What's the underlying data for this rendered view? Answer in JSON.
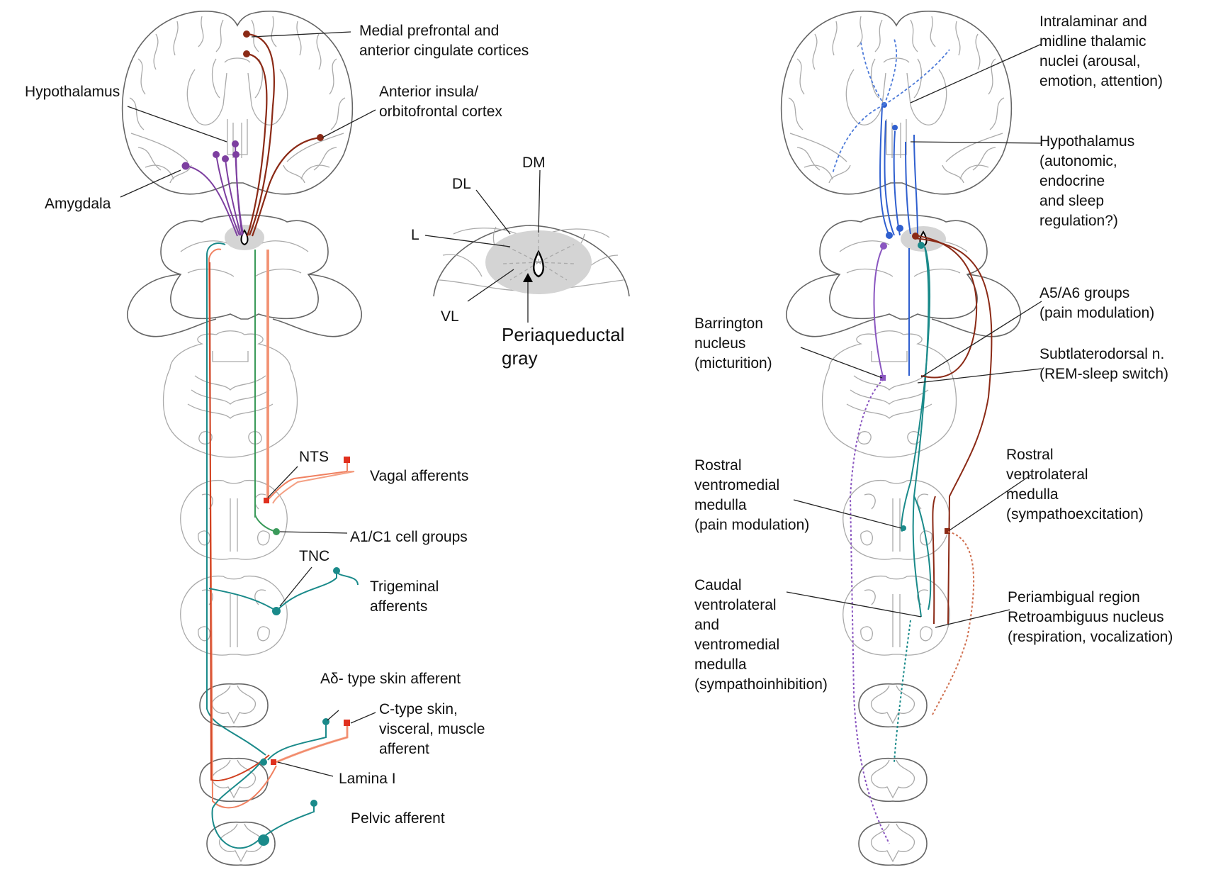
{
  "colors": {
    "cortical": "#8b2a16",
    "hypothalamic": "#7d3fa0",
    "green": "#3a9a5a",
    "teal": "#1a8a8a",
    "salmon": "#f4a084",
    "red": "#e0301e",
    "blue": "#2f5fcf",
    "purple": "#8a56c0",
    "lightblue": "#4a78d8",
    "pag_fill": "#d4d4d4"
  },
  "left_panel": {
    "labels": {
      "mpfc": "Medial prefrontal and\nanterior cingulate cortices",
      "hypothalamus": "Hypothalamus",
      "insula": "Anterior insula/\norbitofrontal cortex",
      "amygdala": "Amygdala",
      "nts": "NTS",
      "vagal": "Vagal afferents",
      "a1c1": "A1/C1 cell groups",
      "tnc": "TNC",
      "trigeminal": "Trigeminal\nafferents",
      "adelta": "Aδ- type skin afferent",
      "ctype": "C-type skin,\nvisceral, muscle\nafferent",
      "lamina": "Lamina I",
      "pelvic": "Pelvic afferent"
    }
  },
  "pag_inset": {
    "labels": {
      "dm": "DM",
      "dl": "DL",
      "l": "L",
      "vl": "VL",
      "title": "Periaqueductal\ngray"
    }
  },
  "right_panel": {
    "labels": {
      "intralaminar": "Intralaminar and\nmidline thalamic\nnuclei (arousal,\nemotion, attention)",
      "hypothalamus": "Hypothalamus\n(autonomic,\nendocrine\nand sleep\nregulation?)",
      "a5a6": "A5/A6 groups\n(pain modulation)",
      "barrington": "Barrington\nnucleus\n(micturition)",
      "subl": "Subtlaterodorsal n.\n(REM-sleep switch)",
      "rvm": "Rostral\nventromedial\nmedulla\n(pain modulation)",
      "rvlm": "Rostral\nventrolateral\nmedulla\n(sympathoexcitation)",
      "cvlm": "Caudal\nventrolateral\nand\nventromedial\nmedulla\n(sympathoinhibition)",
      "periambigual": "Periambigual region\nRetroambiguus nucleus\n(respiration, vocalization)"
    }
  }
}
